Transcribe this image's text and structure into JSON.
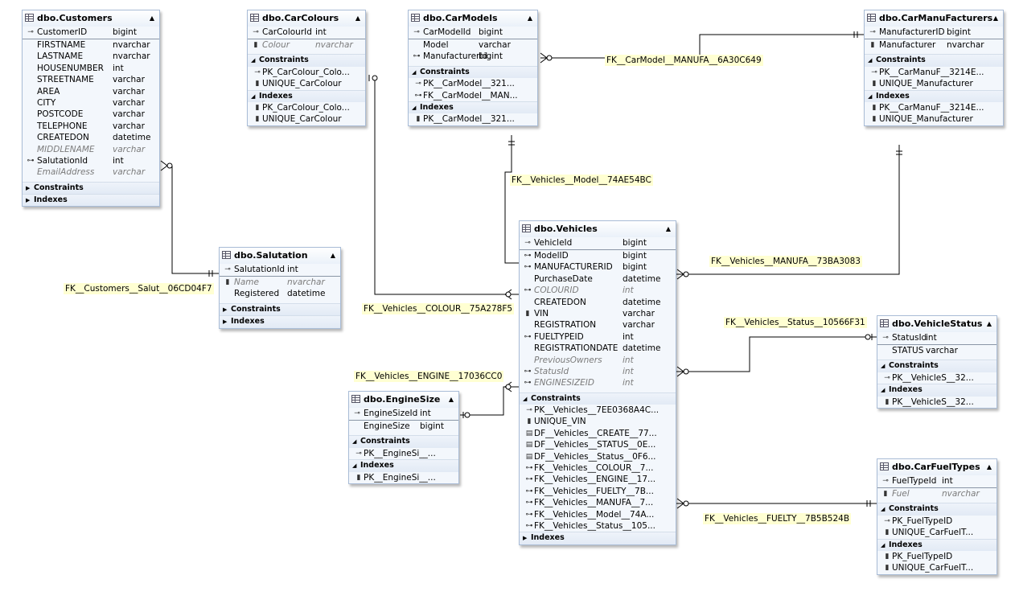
{
  "tables": {
    "customers": {
      "name": "dbo.Customers",
      "rows": [
        {
          "icon": "key-icon",
          "name": "CustomerID",
          "type": "bigint",
          "pk": true
        },
        {
          "name": "FIRSTNAME",
          "type": "nvarchar"
        },
        {
          "name": "LASTNAME",
          "type": "nvarchar"
        },
        {
          "name": "HOUSENUMBER",
          "type": "int"
        },
        {
          "name": "STREETNAME",
          "type": "varchar"
        },
        {
          "name": "AREA",
          "type": "varchar"
        },
        {
          "name": "CITY",
          "type": "varchar"
        },
        {
          "name": "POSTCODE",
          "type": "varchar"
        },
        {
          "name": "TELEPHONE",
          "type": "varchar"
        },
        {
          "name": "CREATEDON",
          "type": "datetime"
        },
        {
          "name": "MIDDLENAME",
          "type": "varchar",
          "italic": true
        },
        {
          "icon": "fk-icon",
          "name": "SalutationId",
          "type": "int"
        },
        {
          "name": "EmailAddress",
          "type": "varchar",
          "italic": true
        }
      ],
      "constraints_label": "Constraints",
      "indexes_label": "Indexes"
    },
    "carcolours": {
      "name": "dbo.CarColours",
      "rows": [
        {
          "icon": "key-icon",
          "name": "CarColourId",
          "type": "int",
          "pk": true
        },
        {
          "icon": "index-icon",
          "name": "Colour",
          "type": "nvarchar",
          "italic": true
        }
      ],
      "constraints_label": "Constraints",
      "constraints": [
        {
          "icon": "key-icon",
          "text": "PK_CarColour_Colo..."
        },
        {
          "icon": "index-icon",
          "text": "UNIQUE_CarColour"
        }
      ],
      "indexes_label": "Indexes",
      "indexes": [
        {
          "icon": "index-icon",
          "text": "PK_CarColour_Colo..."
        },
        {
          "icon": "index-icon",
          "text": "UNIQUE_CarColour"
        }
      ]
    },
    "carmodels": {
      "name": "dbo.CarModels",
      "rows": [
        {
          "icon": "key-icon",
          "name": "CarModelId",
          "type": "bigint",
          "pk": true
        },
        {
          "name": "Model",
          "type": "varchar"
        },
        {
          "icon": "fk-icon",
          "name": "ManufacturerId",
          "type": "bigint"
        }
      ],
      "constraints_label": "Constraints",
      "constraints": [
        {
          "icon": "key-icon",
          "text": "PK__CarModel__321..."
        },
        {
          "icon": "fk-icon",
          "text": "FK__CarModel__MAN..."
        }
      ],
      "indexes_label": "Indexes",
      "indexes": [
        {
          "icon": "index-icon",
          "text": "PK__CarModel__321..."
        }
      ]
    },
    "carmanufacturers": {
      "name": "dbo.CarManuFacturers",
      "rows": [
        {
          "icon": "key-icon",
          "name": "ManufacturerID",
          "type": "bigint",
          "pk": true
        },
        {
          "icon": "index-icon",
          "name": "Manufacturer",
          "type": "nvarchar"
        }
      ],
      "constraints_label": "Constraints",
      "constraints": [
        {
          "icon": "key-icon",
          "text": "PK__CarManuF__3214E..."
        },
        {
          "icon": "index-icon",
          "text": "UNIQUE_Manufacturer"
        }
      ],
      "indexes_label": "Indexes",
      "indexes": [
        {
          "icon": "index-icon",
          "text": "PK__CarManuF__3214E..."
        },
        {
          "icon": "index-icon",
          "text": "UNIQUE_Manufacturer"
        }
      ]
    },
    "salutation": {
      "name": "dbo.Salutation",
      "rows": [
        {
          "icon": "key-icon",
          "name": "SalutationId",
          "type": "int",
          "pk": true
        },
        {
          "icon": "index-icon",
          "name": "Name",
          "type": "nvarchar",
          "italic": true
        },
        {
          "name": "Registered",
          "type": "datetime"
        }
      ],
      "constraints_label": "Constraints",
      "indexes_label": "Indexes"
    },
    "vehicles": {
      "name": "dbo.Vehicles",
      "rows": [
        {
          "icon": "key-icon",
          "name": "VehicleId",
          "type": "bigint",
          "pk": true
        },
        {
          "icon": "fk-icon",
          "name": "ModelID",
          "type": "bigint"
        },
        {
          "icon": "fk-icon",
          "name": "MANUFACTURERID",
          "type": "bigint"
        },
        {
          "name": "PurchaseDate",
          "type": "datetime"
        },
        {
          "icon": "fk-icon",
          "name": "COLOURID",
          "type": "int",
          "italic": true
        },
        {
          "name": "CREATEDON",
          "type": "datetime"
        },
        {
          "icon": "index-icon",
          "name": "VIN",
          "type": "varchar"
        },
        {
          "name": "REGISTRATION",
          "type": "varchar"
        },
        {
          "icon": "fk-icon",
          "name": "FUELTYPEID",
          "type": "int"
        },
        {
          "name": "REGISTRATIONDATE",
          "type": "datetime"
        },
        {
          "name": "PreviousOwners",
          "type": "int",
          "italic": true
        },
        {
          "icon": "fk-icon",
          "name": "StatusId",
          "type": "int",
          "italic": true
        },
        {
          "icon": "fk-icon",
          "name": "ENGINESIZEID",
          "type": "int",
          "italic": true
        }
      ],
      "constraints_label": "Constraints",
      "constraints": [
        {
          "icon": "key-icon",
          "text": "PK__Vehicles__7EE0368A4C..."
        },
        {
          "icon": "index-icon",
          "text": "UNIQUE_VIN"
        },
        {
          "icon": "default-icon",
          "text": "DF__Vehicles__CREATE__77..."
        },
        {
          "icon": "default-icon",
          "text": "DF__Vehicles__STATUS__0E..."
        },
        {
          "icon": "default-icon",
          "text": "DF__Vehicles__Status__0F6..."
        },
        {
          "icon": "fk-icon",
          "text": "FK__Vehicles__COLOUR__7..."
        },
        {
          "icon": "fk-icon",
          "text": "FK__Vehicles__ENGINE__17..."
        },
        {
          "icon": "fk-icon",
          "text": "FK__Vehicles__FUELTY__7B..."
        },
        {
          "icon": "fk-icon",
          "text": "FK__Vehicles__MANUFA__7..."
        },
        {
          "icon": "fk-icon",
          "text": "FK__Vehicles__Model__74A..."
        },
        {
          "icon": "fk-icon",
          "text": "FK__Vehicles__Status__105..."
        }
      ],
      "indexes_label": "Indexes"
    },
    "enginesize": {
      "name": "dbo.EngineSize",
      "rows": [
        {
          "icon": "key-icon",
          "name": "EngineSizeId",
          "type": "int",
          "pk": true
        },
        {
          "name": "EngineSize",
          "type": "bigint"
        }
      ],
      "constraints_label": "Constraints",
      "constraints": [
        {
          "icon": "key-icon",
          "text": "PK__EngineSi__..."
        }
      ],
      "indexes_label": "Indexes",
      "indexes": [
        {
          "icon": "index-icon",
          "text": "PK__EngineSi__..."
        }
      ]
    },
    "vehiclestatus": {
      "name": "dbo.VehicleStatus",
      "rows": [
        {
          "icon": "key-icon",
          "name": "StatusId",
          "type": "int",
          "pk": true
        },
        {
          "name": "STATUS",
          "type": "varchar"
        }
      ],
      "constraints_label": "Constraints",
      "constraints": [
        {
          "icon": "key-icon",
          "text": "PK__VehicleS__32..."
        }
      ],
      "indexes_label": "Indexes",
      "indexes": [
        {
          "icon": "index-icon",
          "text": "PK__VehicleS__32..."
        }
      ]
    },
    "carfueltypes": {
      "name": "dbo.CarFuelTypes",
      "rows": [
        {
          "icon": "key-icon",
          "name": "FuelTypeId",
          "type": "int",
          "pk": true
        },
        {
          "icon": "index-icon",
          "name": "Fuel",
          "type": "nvarchar",
          "italic": true
        }
      ],
      "constraints_label": "Constraints",
      "constraints": [
        {
          "icon": "key-icon",
          "text": "PK_FuelTypeID"
        },
        {
          "icon": "index-icon",
          "text": "UNIQUE_CarFuelT..."
        }
      ],
      "indexes_label": "Indexes",
      "indexes": [
        {
          "icon": "index-icon",
          "text": "PK_FuelTypeID"
        },
        {
          "icon": "index-icon",
          "text": "UNIQUE_CarFuelT..."
        }
      ]
    }
  },
  "relationships": {
    "carmodel_manufa": "FK__CarModel__MANUFA__6A30C649",
    "vehicles_model": "FK__Vehicles__Model__74AE54BC",
    "vehicles_manufa": "FK__Vehicles__MANUFA__73BA3083",
    "customers_salut": "FK__Customers__Salut__06CD04F7",
    "vehicles_colour": "FK__Vehicles__COLOUR__75A278F5",
    "vehicles_status": "FK__Vehicles__Status__10566F31",
    "vehicles_engine": "FK__Vehicles__ENGINE__17036CC0",
    "vehicles_fuelty": "FK__Vehicles__FUELTY__7B5B524B"
  },
  "colors": {
    "table_background": "#f3f7fc",
    "table_border": "#a9bcd6",
    "label_background": "#ffffd2",
    "line": "#000000"
  }
}
